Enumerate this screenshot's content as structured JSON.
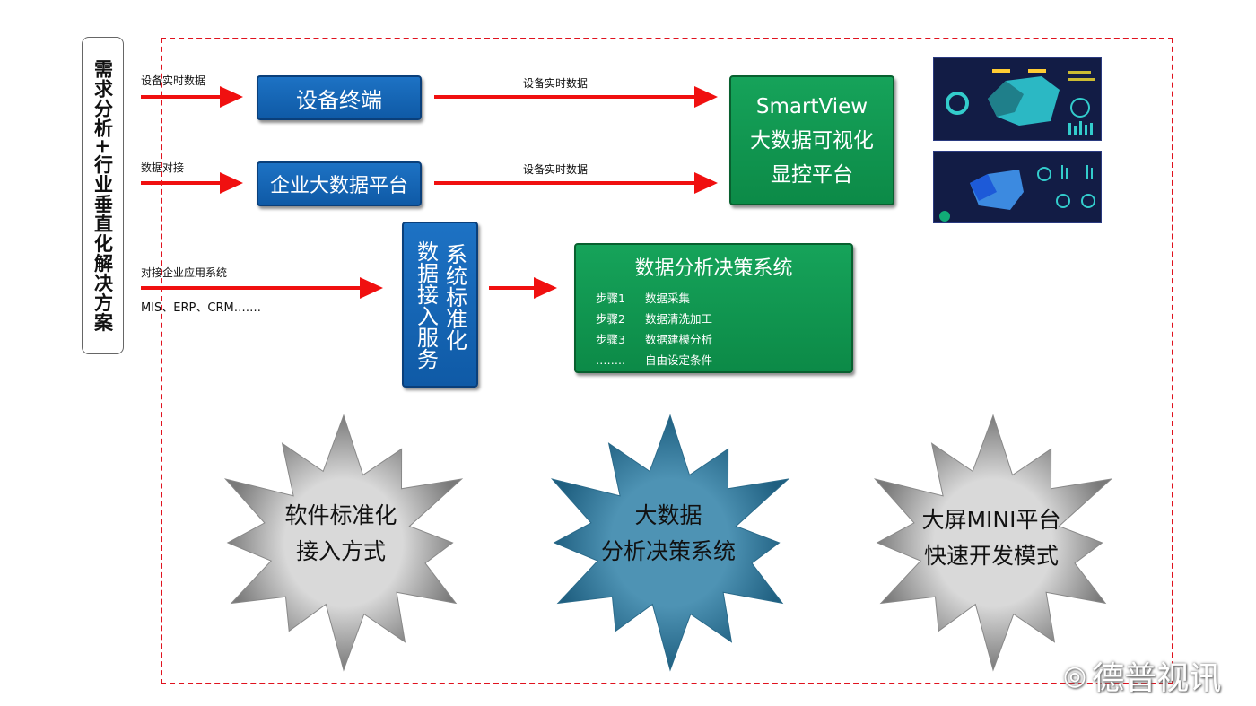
{
  "side_title": "需求分析+行业垂直化解决方案",
  "rows": [
    {
      "input_label": "设备实时数据",
      "box": "设备终端",
      "output_label": "设备实时数据"
    },
    {
      "input_label": "数据对接",
      "box": "企业大数据平台",
      "output_label": "设备实时数据"
    },
    {
      "input_label": "对接企业应用系统",
      "sub_label": "MIS、ERP、CRM……."
    }
  ],
  "access_box": {
    "col1": "系统标准化",
    "col2": "数据接入服务"
  },
  "smartview": {
    "lines": [
      "SmartView",
      "大数据可视化",
      "显控平台"
    ]
  },
  "analysis": {
    "title": "数据分析决策系统",
    "steps": [
      {
        "step": "步骤1",
        "text": "数据采集"
      },
      {
        "step": "步骤2",
        "text": "数据清洗加工"
      },
      {
        "step": "步骤3",
        "text": "数据建模分析"
      },
      {
        "step": "……..",
        "text": "自由设定条件"
      }
    ]
  },
  "bursts": [
    {
      "lines": [
        "软件标准化",
        "接入方式"
      ],
      "color": "#d9d9d9"
    },
    {
      "lines": [
        "大数据",
        "分析决策系统"
      ],
      "color": "#4e93b4"
    },
    {
      "lines": [
        "大屏MINI平台",
        "快速开发模式"
      ],
      "color": "#d9d9d9"
    }
  ],
  "watermark": "德普视讯"
}
